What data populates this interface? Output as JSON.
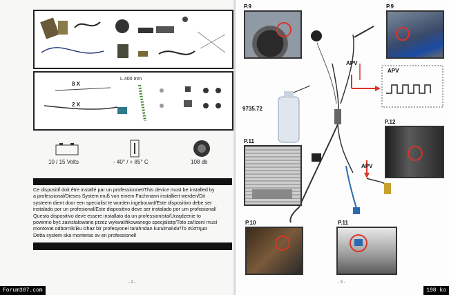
{
  "left_page": {
    "cable_label_8x": "8 X",
    "cable_label_2x": "2 X",
    "length_label": "L.400 mm",
    "specs": [
      {
        "icon": "battery-icon",
        "text": "10 / 15 Volts"
      },
      {
        "icon": "thermometer-icon",
        "text": "- 40° / + 85° C"
      },
      {
        "icon": "sensor-icon",
        "text": "108 db"
      }
    ],
    "warning_lines": [
      "Ce dispositif doit être installé par un professionnel/This device must be installed by",
      "a professional/Dieses System muß von einem Fachmann installiert werden/Dit",
      "systeem dient door een specialist te worden ingebouwd/Este dispositivo debe ser",
      "instalado por un profesional/Este dispositivo deve ser instalado por um profissional/",
      "Questo dispositivo deve essere installato da un professionista/Urządzenie to",
      "powinno być zainstalowane przez wykwalifikowanego specjalistę/Toto zařízení musí",
      "montovat odborník/Bu cihaz bir profesyonel tarafından kurulmalıdır/Το σύστημα",
      "Detta system ska monteras av en professionell"
    ],
    "page_number": "- 2 -"
  },
  "right_page": {
    "labels": {
      "p9_left": "P.9",
      "p9_right": "P.9",
      "apv_top": "APV",
      "apv_signal": "APV",
      "spray_code": "9735.72",
      "p11_left": "P.11",
      "p12": "P.12",
      "apv_bottom": "APV",
      "p10": "P.10",
      "p11_bottom": "P.11"
    },
    "page_number": "- 3 -"
  },
  "footer": {
    "site": "Forum307.com",
    "size": "198 ko"
  },
  "colors": {
    "accent": "#d9352a",
    "ink": "#111111"
  }
}
